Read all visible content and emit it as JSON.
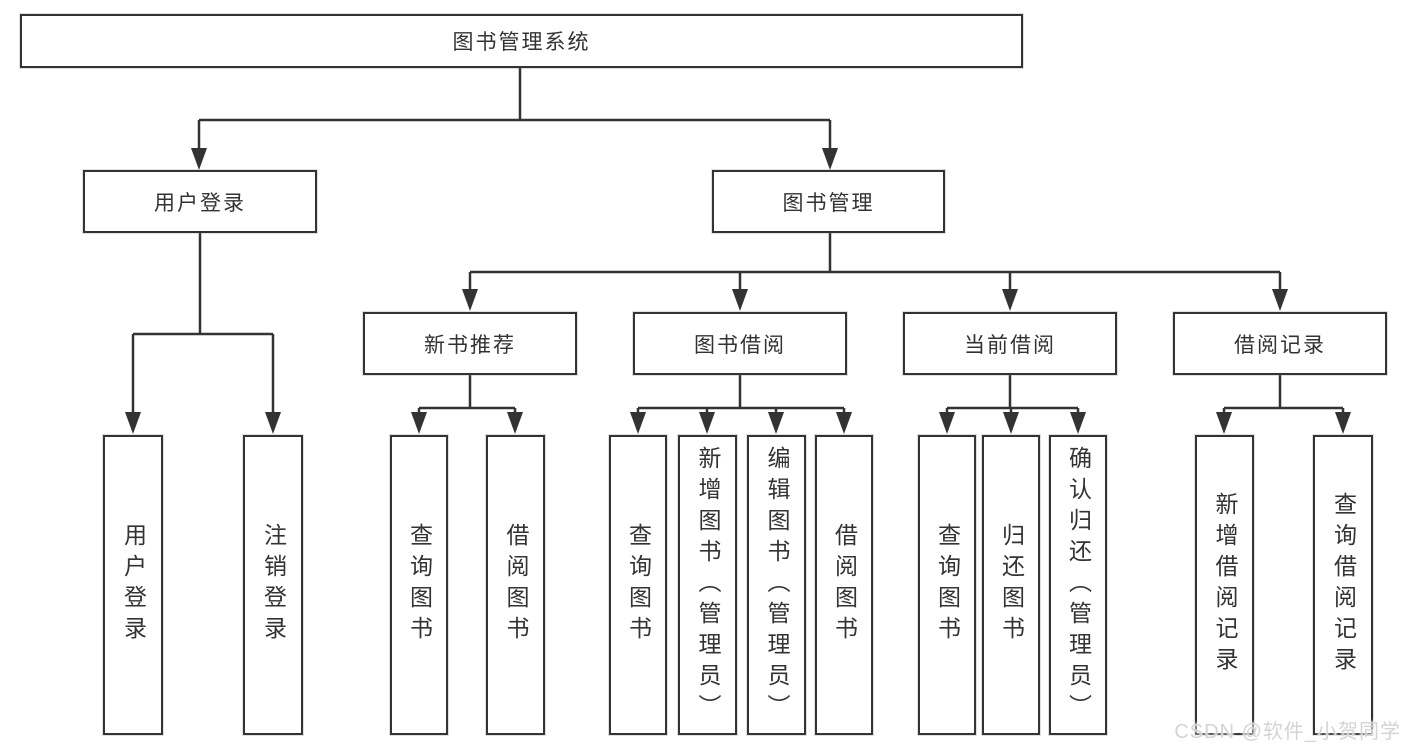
{
  "diagram": {
    "root": "图书管理系统",
    "level2": [
      "用户登录",
      "图书管理"
    ],
    "level3": [
      "新书推荐",
      "图书借阅",
      "当前借阅",
      "借阅记录"
    ],
    "leaves": [
      "用户登录",
      "注销登录",
      "查询图书",
      "借阅图书",
      "查询图书",
      "新增图书（管理员）",
      "编辑图书（管理员）",
      "借阅图书",
      "查询图书",
      "归还图书",
      "确认归还（管理员）",
      "新增借阅记录",
      "查询借阅记录"
    ]
  },
  "watermark": "CSDN @软件_小贺同学",
  "colors": {
    "line": "#333333",
    "box_border": "#333333",
    "text": "#333333",
    "background": "#ffffff",
    "watermark": "#d4d4d4"
  }
}
